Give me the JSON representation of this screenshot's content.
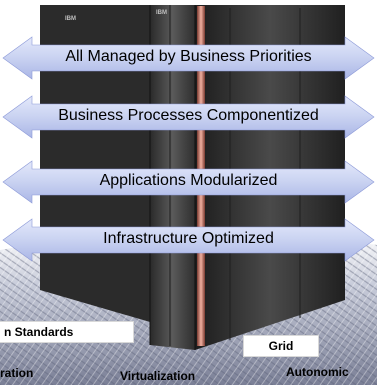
{
  "arrows": [
    {
      "label": "All Managed by Business Priorities"
    },
    {
      "label": "Business Processes Componentized"
    },
    {
      "label": "Applications Modularized"
    },
    {
      "label": "Infrastructure Optimized"
    }
  ],
  "foundation_labels": {
    "open_standards": "n Standards",
    "grid": "Grid",
    "integration": "ration",
    "virtualization": "Virtualization",
    "autonomic": "Autonomic"
  },
  "server_logo": "IBM",
  "colors": {
    "arrow_fill": "#c9d2f1",
    "arrow_edge": "#8d9ad8",
    "server_body": "#3a3a3a",
    "server_glow": "#d98a7a"
  }
}
